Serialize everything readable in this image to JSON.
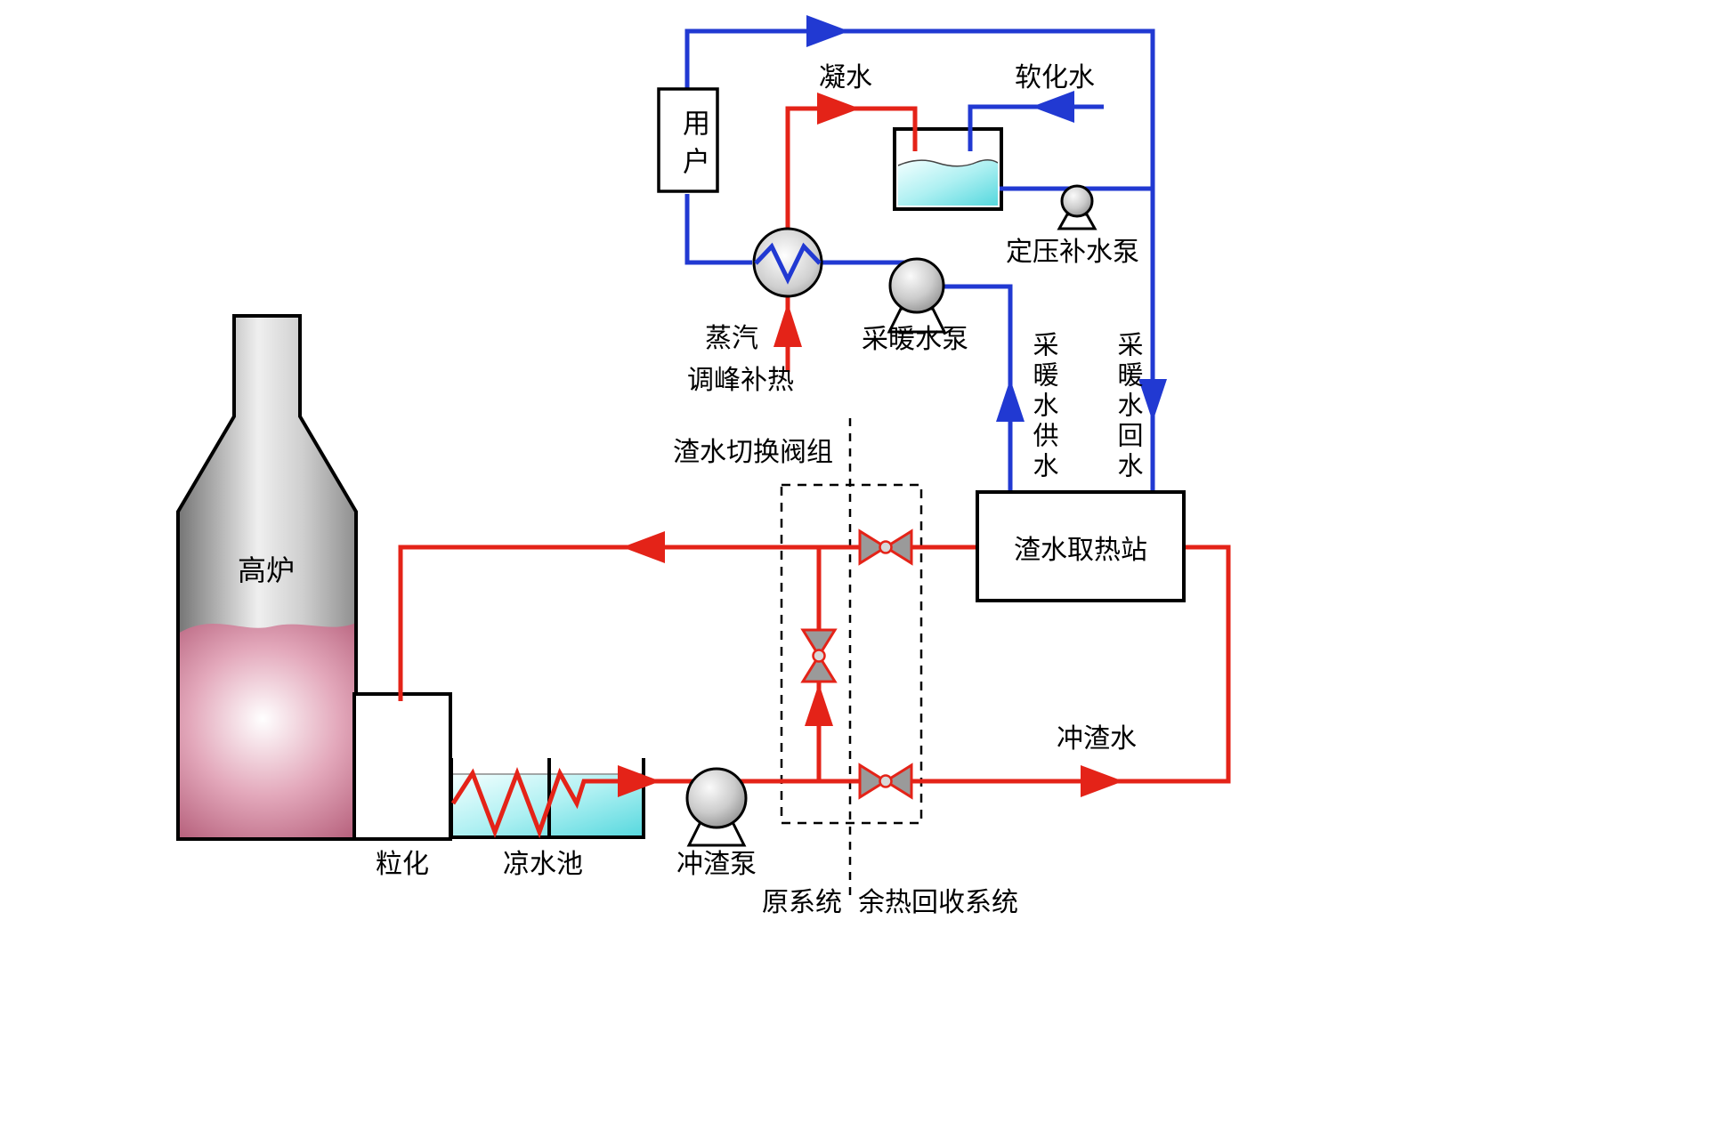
{
  "labels": {
    "furnace": "高炉",
    "granulation": "粒化",
    "cooling_pool": "凉水池",
    "slag_pump": "冲渣泵",
    "valve_group": "渣水切换阀组",
    "heat_station": "渣水取热站",
    "slag_water": "冲渣水",
    "heating_supply": "采暖水供水",
    "heating_return": "采暖水回水",
    "heating_pump": "采暖水泵",
    "makeup_pump": "定压补水泵",
    "softened_water": "软化水",
    "condensate": "凝水",
    "user": "用户",
    "steam": "蒸汽",
    "peak_heating": "调峰补热",
    "system_left": "原系统",
    "system_right": "余热回收系统"
  },
  "colors": {
    "hot_line": "#e42318",
    "cold_line": "#2139d2",
    "water": "#55d8de",
    "valve_fill": "#9a9a9a",
    "outline": "#000000"
  }
}
